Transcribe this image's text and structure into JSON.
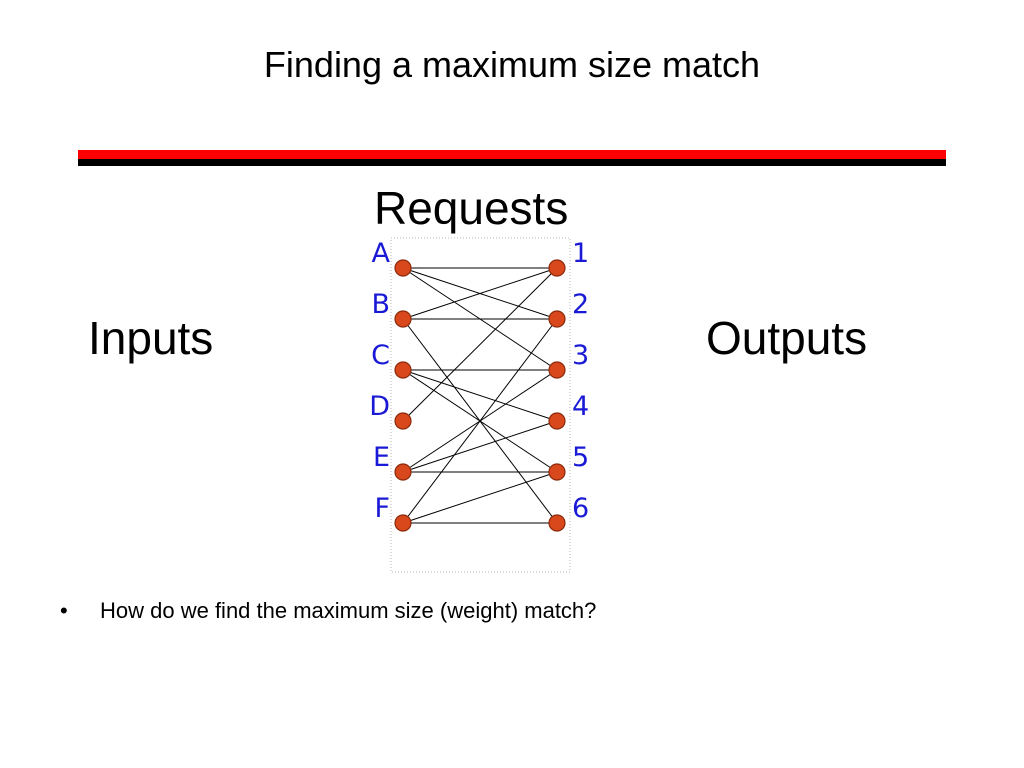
{
  "slide": {
    "title": "Finding a maximum size match",
    "requests_label": "Requests",
    "inputs_label": "Inputs",
    "outputs_label": "Outputs",
    "bullets": [
      {
        "symbol": "•",
        "text": "How do we find the maximum size (weight) match?"
      }
    ]
  },
  "colors": {
    "rule_top": "#ff0000",
    "rule_bottom": "#000000",
    "node_fill": "#d9481c",
    "node_stroke": "#8a2a0a",
    "label_color": "#1a1ad6"
  },
  "graph": {
    "inputs": [
      "A",
      "B",
      "C",
      "D",
      "E",
      "F"
    ],
    "outputs": [
      "1",
      "2",
      "3",
      "4",
      "5",
      "6"
    ],
    "edges": [
      [
        "A",
        "1"
      ],
      [
        "A",
        "2"
      ],
      [
        "A",
        "3"
      ],
      [
        "B",
        "1"
      ],
      [
        "B",
        "2"
      ],
      [
        "B",
        "6"
      ],
      [
        "C",
        "3"
      ],
      [
        "C",
        "4"
      ],
      [
        "C",
        "5"
      ],
      [
        "D",
        "1"
      ],
      [
        "E",
        "3"
      ],
      [
        "E",
        "4"
      ],
      [
        "E",
        "5"
      ],
      [
        "F",
        "2"
      ],
      [
        "F",
        "5"
      ],
      [
        "F",
        "6"
      ]
    ]
  }
}
